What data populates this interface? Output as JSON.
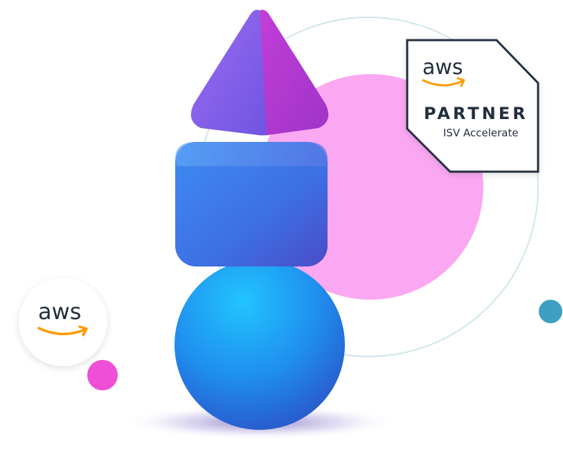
{
  "logo_circle": {
    "wordmark": "aws"
  },
  "partner_badge": {
    "wordmark": "aws",
    "title": "PARTNER",
    "tier": "ISV Accelerate"
  },
  "colors": {
    "pink_blob": "#fba8f2",
    "ring": "#cfe6ea",
    "pink_dot": "#ef4fd6",
    "teal_dot": "#3e9fc2",
    "aws_orange": "#ff9900",
    "aws_navy": "#232f3e"
  },
  "icons": [
    "smile-arrow-icon",
    "pyramid-shape",
    "cube-shape",
    "sphere-shape"
  ]
}
